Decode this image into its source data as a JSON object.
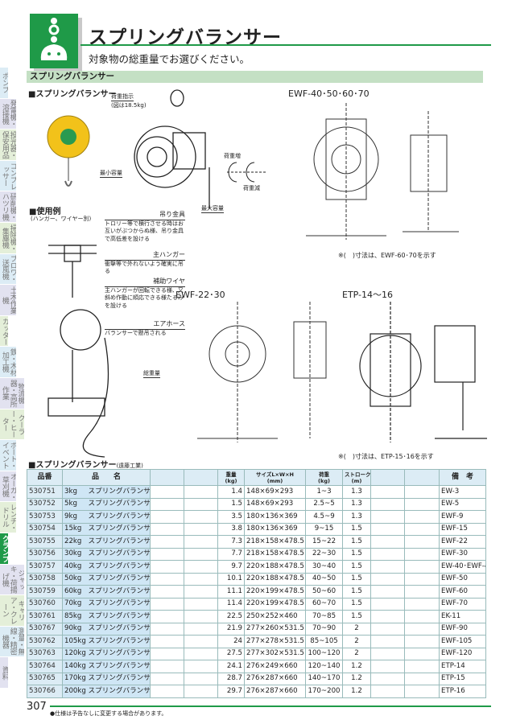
{
  "sidebar": {
    "tabs": [
      "ポンプ",
      "発電機・溶接機",
      "投光器・保安用品",
      "コンプレッサー",
      "研削機・ハツリ機",
      "掃除機・集塵機",
      "ブロワ・送風機",
      "土木作業機",
      "カッター",
      "鉄・木材加工機",
      "物流機器・高所作業",
      "クーラー・ヒーター",
      "ボート・イベント",
      "オーガ・草刈機",
      "レンチ・ドリル",
      "クランプ",
      "ジャッキ・荷揚げ機",
      "キャリア・クレーン",
      "測量・無線・精密機器",
      "資料"
    ],
    "active": "クランプ"
  },
  "header": {
    "title": "スプリングバランサー",
    "subtitle": "対象物の総重量でお選びください。",
    "section": "スプリングバランサー"
  },
  "figures": {
    "product_heading": "■スプリングバランサー",
    "load_indicator": "荷重指示",
    "load_indicator_note": "(図は18.5kg)",
    "min_capacity": "最小容量",
    "max_capacity": "最大容量",
    "load_increase": "荷重増",
    "load_decrease": "荷重減",
    "usage_heading": "■使用例",
    "usage_note": "(ハンガー、ワイヤー別)",
    "usage_labels": [
      {
        "title": "吊り金具",
        "text": "トロリー等で横行させる時はお互いがぶつからぬ様、吊り金具で高低差を設ける"
      },
      {
        "title": "主ハンガー",
        "text": "衝撃等で外れないよう確実に吊る"
      },
      {
        "title": "補助ワイヤ",
        "text": "主ハンガーが回転できる様、又斜め作動に順応できる様たるみを設ける"
      },
      {
        "title": "エアホース",
        "text": "バランサーで懸吊される"
      }
    ],
    "total_weight": "総重量",
    "diagram1_title": "EWF-40･50･60･70",
    "diagram1_note": "※(　)寸法は、EWF-60･70を示す",
    "diagram2_title": "EWF-22･30",
    "diagram3_title": "ETP-14～16",
    "diagram3_note": "※(　)寸法は、ETP-15･16を示す"
  },
  "table": {
    "heading": "■スプリングバランサー",
    "maker": "(遠藤工業)",
    "headers": {
      "code": "品番",
      "name": "品　　名",
      "weight": "重量",
      "weight_unit": "(kg)",
      "size": "サイズL×W×H",
      "size_unit": "(mm)",
      "load": "荷重",
      "load_unit": "(kg)",
      "stroke": "ストローク",
      "stroke_unit": "(m)",
      "remarks": "備　考"
    },
    "rows": [
      [
        "530751",
        "3kg",
        "スプリングバランサー",
        "1.4",
        "148×69×293",
        "1~3",
        "1.3",
        "EW-3"
      ],
      [
        "530752",
        "5kg",
        "スプリングバランサー",
        "1.5",
        "148×69×293",
        "2.5~5",
        "1.3",
        "EW-5"
      ],
      [
        "530753",
        "9kg",
        "スプリングバランサー",
        "3.5",
        "180×136×369",
        "4.5~9",
        "1.3",
        "EWF-9"
      ],
      [
        "530754",
        "15kg",
        "スプリングバランサー",
        "3.8",
        "180×136×369",
        "9~15",
        "1.5",
        "EWF-15"
      ],
      [
        "530755",
        "22kg",
        "スプリングバランサー",
        "7.3",
        "218×158×478.5",
        "15~22",
        "1.5",
        "EWF-22"
      ],
      [
        "530756",
        "30kg",
        "スプリングバランサー",
        "7.7",
        "218×158×478.5",
        "22~30",
        "1.5",
        "EWF-30"
      ],
      [
        "530757",
        "40kg",
        "スプリングバランサー",
        "9.7",
        "220×188×478.5",
        "30~40",
        "1.5",
        "EW-40･EWF-40"
      ],
      [
        "530758",
        "50kg",
        "スプリングバランサー",
        "10.1",
        "220×188×478.5",
        "40~50",
        "1.5",
        "EWF-50"
      ],
      [
        "530759",
        "60kg",
        "スプリングバランサー",
        "11.1",
        "220×199×478.5",
        "50~60",
        "1.5",
        "EWF-60"
      ],
      [
        "530760",
        "70kg",
        "スプリングバランサー",
        "11.4",
        "220×199×478.5",
        "60~70",
        "1.5",
        "EWF-70"
      ],
      [
        "530761",
        "85kg",
        "スプリングバランサー",
        "22.5",
        "250×252×460",
        "70~85",
        "1.5",
        "EK-11"
      ],
      [
        "530767",
        "90kg",
        "スプリングバランサー",
        "21.9",
        "277×260×531.5",
        "70~90",
        "2",
        "EWF-90"
      ],
      [
        "530762",
        "105kg",
        "スプリングバランサー",
        "24",
        "277×278×531.5",
        "85~105",
        "2",
        "EWF-105"
      ],
      [
        "530763",
        "120kg",
        "スプリングバランサー",
        "27.5",
        "277×302×531.5",
        "100~120",
        "2",
        "EWF-120"
      ],
      [
        "530764",
        "140kg",
        "スプリングバランサー",
        "24.1",
        "276×249×660",
        "120~140",
        "1.2",
        "ETP-14"
      ],
      [
        "530765",
        "170kg",
        "スプリングバランサー",
        "28.7",
        "276×287×660",
        "140~170",
        "1.2",
        "ETP-15"
      ],
      [
        "530766",
        "200kg",
        "スプリングバランサー",
        "29.7",
        "276×287×660",
        "170~200",
        "1.2",
        "ETP-16"
      ]
    ]
  },
  "footer": {
    "page": "307",
    "note": "●仕様は予告なしに変更する場合があります。"
  },
  "colors": {
    "accent": "#1f9a48",
    "section_bg": "#c4e0c4",
    "table_code_bg": "#dcecf5"
  }
}
